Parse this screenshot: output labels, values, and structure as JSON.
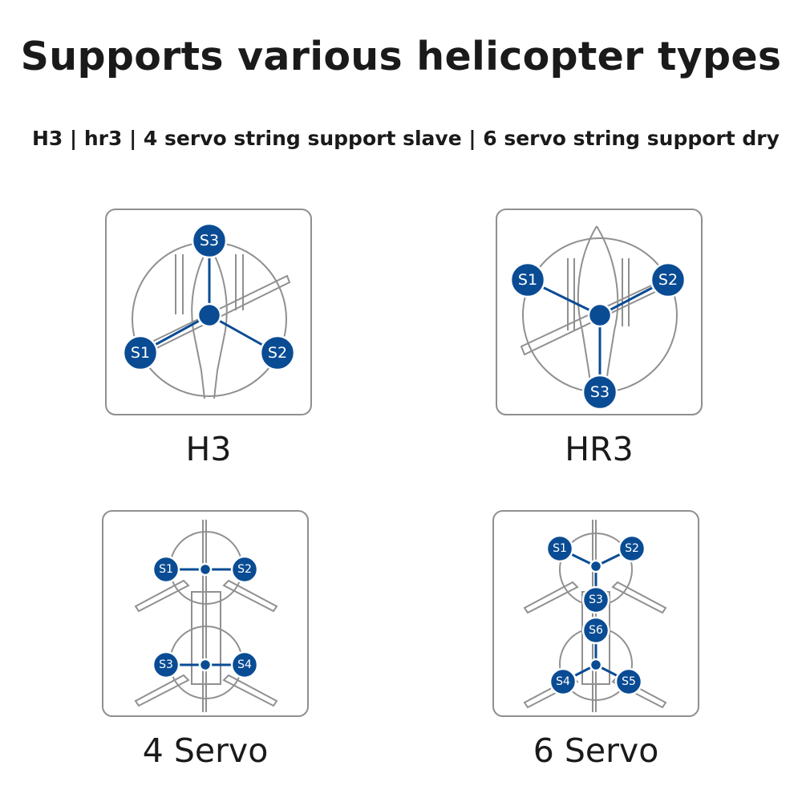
{
  "header": {
    "title": "Supports various helicopter types",
    "subtitle": "H3 | hr3 | 4 servo string support slave | 6 servo string support dry"
  },
  "colors": {
    "node": "#0a4c94",
    "outline": "#909090"
  },
  "panels": [
    {
      "caption": "H3",
      "servos": [
        "S3",
        "S1",
        "S2"
      ]
    },
    {
      "caption": "HR3",
      "servos": [
        "S1",
        "S2",
        "S3"
      ]
    },
    {
      "caption": "4 Servo",
      "servos": [
        "S1",
        "S2",
        "S3",
        "S4"
      ]
    },
    {
      "caption": "6 Servo",
      "servos": [
        "S1",
        "S2",
        "S3",
        "S6",
        "S4",
        "S5"
      ]
    }
  ]
}
